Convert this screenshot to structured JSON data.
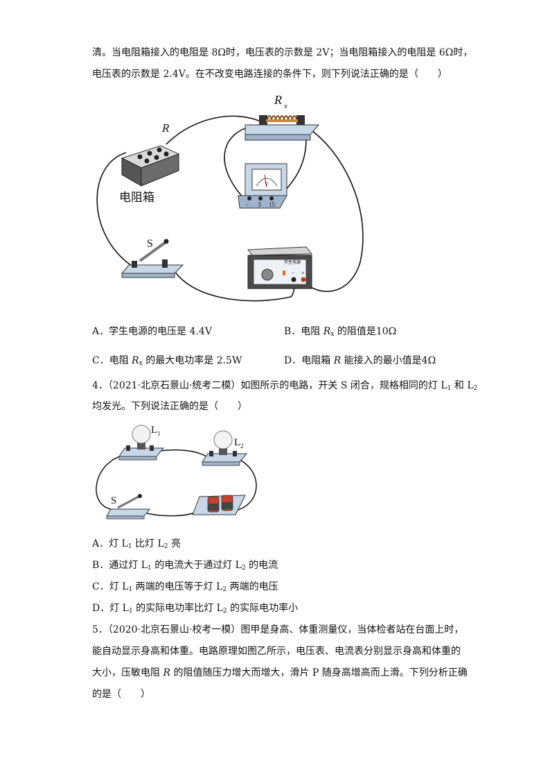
{
  "q3": {
    "line1": "清。当电阻箱接入的电阻是 8Ω时，电压表的示数是 2V；当电阻箱接入的电阻是 6Ω时，",
    "line2": "电压表的示数是 2.4V。在不改变电路连接的条件下，则下列说法正确的是（　　）",
    "figure": {
      "label_R": "R",
      "label_Rx_main": "R",
      "label_Rx_sub": "x",
      "label_box": "电阻箱",
      "label_S": "S",
      "voltmeter_letter": "V",
      "voltmeter_minus": "−",
      "voltmeter_3": "3",
      "voltmeter_15": "15",
      "power_label": "学生电源",
      "power_minus": "−",
      "power_plus": "+"
    },
    "options": {
      "A": "A．学生电源的电压是 4.4V",
      "B_pre": "B．电阻 ",
      "B_var": "R",
      "B_sub": "x",
      "B_post": " 的阻值是10Ω",
      "C_pre": "C．电阻 ",
      "C_var": "R",
      "C_sub": "x",
      "C_post": " 的最大电功率是 2.5W",
      "D_pre": "D．电阻箱 ",
      "D_var": "R",
      "D_post": " 能接入的最小值是4Ω"
    }
  },
  "q4": {
    "line1_a": "4．（2021·北京石景山·统考二模）如图所示的电路，开关 S 闭合，规格相同的灯 L",
    "line1_sub1": "1",
    "line1_b": " 和 L",
    "line1_sub2": "2",
    "line2": "均发光。下列说法正确的是（　　）",
    "figure": {
      "label_L1": "L",
      "label_L1_sub": "1",
      "label_L2": "L",
      "label_L2_sub": "2",
      "label_S": "S"
    },
    "options": {
      "A_a": "A．灯 L",
      "A_s1": "1",
      "A_b": " 比灯 L",
      "A_s2": "2",
      "A_c": " 亮",
      "B_a": "B．通过灯 L",
      "B_s1": "1",
      "B_b": " 的电流大于通过灯 L",
      "B_s2": "2",
      "B_c": " 的电流",
      "C_a": "C．灯 L",
      "C_s1": "1",
      "C_b": " 两端的电压等于灯 L",
      "C_s2": "2",
      "C_c": " 两端的电压",
      "D_a": "D．灯 L",
      "D_s1": "1",
      "D_b": " 的实际电功率比灯 L",
      "D_s2": "2",
      "D_c": " 的实际电功率小"
    }
  },
  "q5": {
    "line1": "5．（2020·北京石景山·校考一模）图甲是身高、体重测量仪，当体检者站在台面上时，",
    "line2": "能自动显示身高和体重。电路原理如图乙所示，电压表、电流表分别显示身高和体重的",
    "line3_a": "大小，压敏电阻 ",
    "line3_var": "R",
    "line3_b": " 的阻值随压力增大而增大，滑片 P 随身高增高而上滑。下列分析正确",
    "line4": "的是（　　）"
  }
}
